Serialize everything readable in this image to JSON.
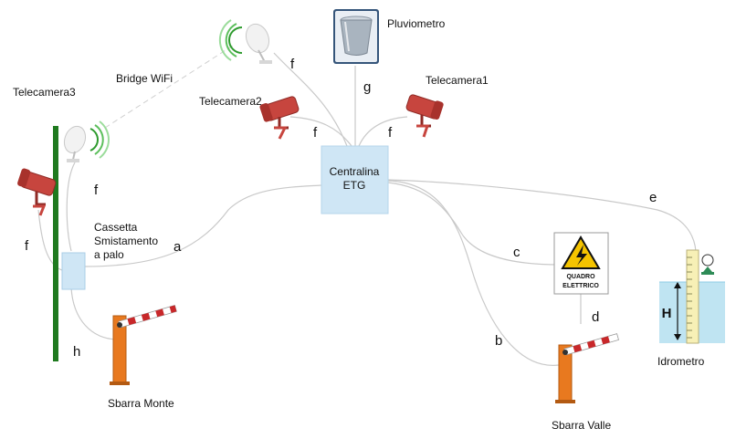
{
  "colors": {
    "pole": "#1f7a1f",
    "box_fill": "#cfe6f5",
    "box_stroke": "#a9cde6",
    "barrier_body": "#e8791f",
    "barrier_arm_red": "#c8282a",
    "camera": "#c7453e",
    "water": "#bfe4f2",
    "warning_yellow": "#f5c400",
    "wire": "#c9c9c9"
  },
  "nodes": {
    "pluviometro": "Pluviometro",
    "bridge_wifi": "Bridge WiFi",
    "telecamera1": "Telecamera1",
    "telecamera2": "Telecamera2",
    "telecamera3": "Telecamera3",
    "centralina_line1": "Centralina",
    "centralina_line2": "ETG",
    "cassetta_line1": "Cassetta",
    "cassetta_line2": "Smistamento",
    "cassetta_line3": "a palo",
    "quadro_line1": "QUADRO",
    "quadro_line2": "ELETTRICO",
    "idrometro": "Idrometro",
    "idrometro_h": "H",
    "sbarra_monte": "Sbarra Monte",
    "sbarra_valle": "Sbarra Valle"
  },
  "connections": {
    "a": "a",
    "b": "b",
    "c": "c",
    "d": "d",
    "e": "e",
    "f_bridge": "f",
    "f_cam2": "f",
    "f_cam1": "f",
    "f_cam3_pole": "f",
    "f_cam3_left": "f",
    "g": "g",
    "h": "h"
  }
}
